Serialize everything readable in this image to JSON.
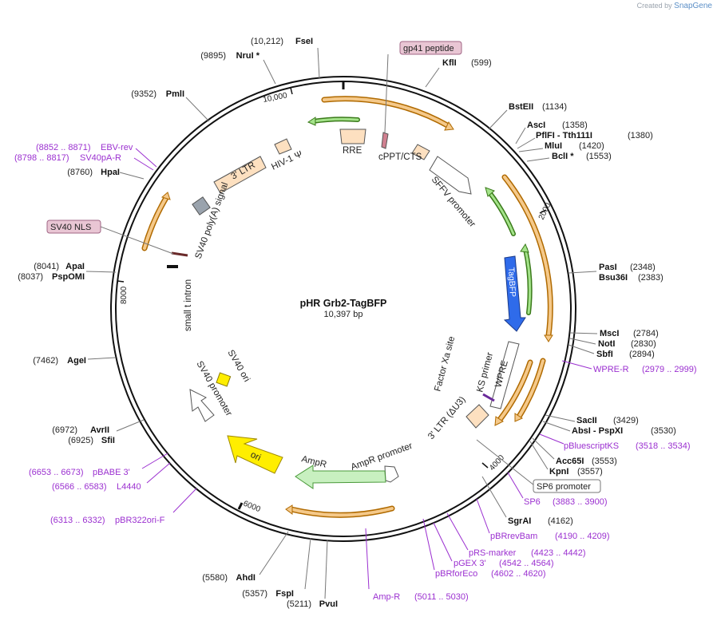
{
  "branding": {
    "prefix": "Created by",
    "name": "SnapGene"
  },
  "plasmid": {
    "name": "pHR Grb2-TagBFP",
    "length": 10397,
    "length_label": "10,397 bp"
  },
  "ticks": [
    {
      "bp": 2000,
      "label": "2000"
    },
    {
      "bp": 4000,
      "label": "4000"
    },
    {
      "bp": 6000,
      "label": "6000"
    },
    {
      "bp": 8000,
      "label": "8000"
    },
    {
      "bp": 10000,
      "label": "10,000"
    }
  ],
  "sites": [
    {
      "name": "FseI",
      "pos": "(10,212)",
      "star": ""
    },
    {
      "name": "NruI",
      "pos": "(9895)",
      "star": " *"
    },
    {
      "name": "PmlI",
      "pos": "(9352)",
      "star": ""
    },
    {
      "name": "HpaI",
      "pos": "(8760)",
      "star": ""
    },
    {
      "name": "ApaI",
      "pos": "(8041)",
      "star": ""
    },
    {
      "name": "PspOMI",
      "pos": "(8037)",
      "star": ""
    },
    {
      "name": "AgeI",
      "pos": "(7462)",
      "star": ""
    },
    {
      "name": "AvrII",
      "pos": "(6972)",
      "star": ""
    },
    {
      "name": "SfiI",
      "pos": "(6925)",
      "star": ""
    },
    {
      "name": "AhdI",
      "pos": "(5580)",
      "star": ""
    },
    {
      "name": "FspI",
      "pos": "(5357)",
      "star": ""
    },
    {
      "name": "PvuI",
      "pos": "(5211)",
      "star": ""
    },
    {
      "name": "KflI",
      "pos": "(599)",
      "star": ""
    },
    {
      "name": "BstEII",
      "pos": "(1134)",
      "star": ""
    },
    {
      "name": "AscI",
      "pos": "(1358)",
      "star": ""
    },
    {
      "name": "PflFI - Tth111I",
      "pos": "(1380)",
      "star": ""
    },
    {
      "name": "MluI",
      "pos": "(1420)",
      "star": ""
    },
    {
      "name": "BclI",
      "pos": "(1553)",
      "star": " *"
    },
    {
      "name": "PasI",
      "pos": "(2348)",
      "star": ""
    },
    {
      "name": "Bsu36I",
      "pos": "(2383)",
      "star": ""
    },
    {
      "name": "MscI",
      "pos": "(2784)",
      "star": ""
    },
    {
      "name": "NotI",
      "pos": "(2830)",
      "star": ""
    },
    {
      "name": "SbfI",
      "pos": "(2894)",
      "star": ""
    },
    {
      "name": "SacII",
      "pos": "(3429)",
      "star": ""
    },
    {
      "name": "AbsI - PspXI",
      "pos": "(3530)",
      "star": ""
    },
    {
      "name": "Acc65I",
      "pos": "(3553)",
      "star": ""
    },
    {
      "name": "KpnI",
      "pos": "(3557)",
      "star": ""
    },
    {
      "name": "SgrAI",
      "pos": "(4162)",
      "star": ""
    }
  ],
  "primers": [
    {
      "name": "EBV-rev",
      "range": "(8852 .. 8871)"
    },
    {
      "name": "SV40pA-R",
      "range": "(8798 .. 8817)"
    },
    {
      "name": "WPRE-R",
      "range": "(2979 .. 2999)"
    },
    {
      "name": "pBluescriptKS",
      "range": "(3518 .. 3534)"
    },
    {
      "name": "SP6",
      "range": "(3883 .. 3900)"
    },
    {
      "name": "pBRrevBam",
      "range": "(4190 .. 4209)"
    },
    {
      "name": "pRS-marker",
      "range": "(4423 .. 4442)"
    },
    {
      "name": "pGEX 3'",
      "range": "(4542 .. 4564)"
    },
    {
      "name": "pBRforEco",
      "range": "(4602 .. 4620)"
    },
    {
      "name": "Amp-R",
      "range": "(5011 .. 5030)"
    },
    {
      "name": "pBABE 3'",
      "range": "(6653 .. 6673)"
    },
    {
      "name": "L4440",
      "range": "(6566 .. 6583)"
    },
    {
      "name": "pBR322ori-F",
      "range": "(6313 .. 6332)"
    }
  ],
  "boxed_labels": [
    {
      "name": "gp41 peptide"
    },
    {
      "name": "SV40 NLS"
    },
    {
      "name": "SP6 promoter"
    }
  ],
  "features": [
    {
      "name": "RRE"
    },
    {
      "name": "cPPT/CTS"
    },
    {
      "name": "SFFV promoter"
    },
    {
      "name": "TagBFP"
    },
    {
      "name": "WPRE"
    },
    {
      "name": "KS primer"
    },
    {
      "name": "Factor Xa site"
    },
    {
      "name": "3' LTR (ΔU3)"
    },
    {
      "name": "AmpR promoter"
    },
    {
      "name": "AmpR"
    },
    {
      "name": "ori"
    },
    {
      "name": "SV40 promoter"
    },
    {
      "name": "SV40 ori"
    },
    {
      "name": "small t intron"
    },
    {
      "name": "SV40 poly(A) signal"
    },
    {
      "name": "3' LTR"
    },
    {
      "name": "HIV-1 Ψ"
    }
  ],
  "colors": {
    "backbone": "#111111",
    "orf_fill": "#f5c98a",
    "orf_stroke": "#b06a00",
    "green_fill": "#a4e38a",
    "tagbfp": "#2f6bea",
    "ori": "#ffee00",
    "ampr": "#c8f0c0",
    "primer": "#9b30d0",
    "ltr": "#fde0c0",
    "boxed_fill": "#e9c6d4",
    "boxed_stroke": "#a06585"
  }
}
